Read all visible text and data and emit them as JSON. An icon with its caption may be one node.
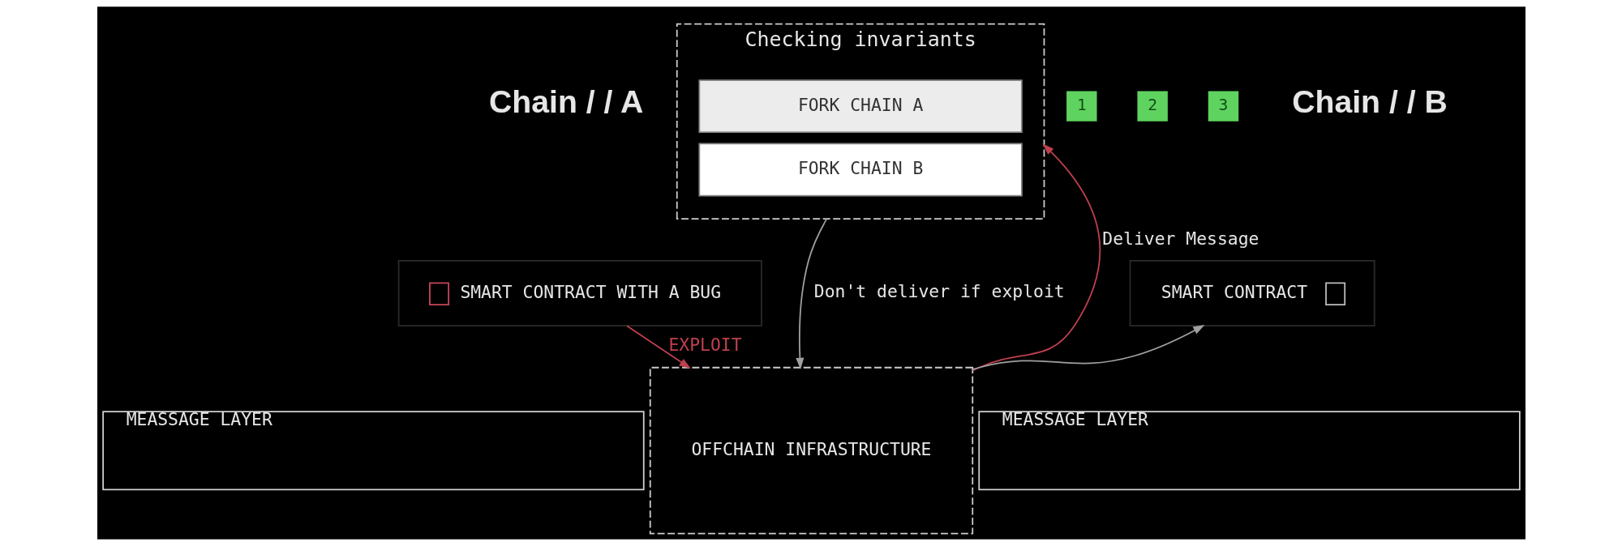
{
  "diagram": {
    "nodes": [
      {
        "text": [
          "SMART CONTRACT WITH A BUG"
        ]
      },
      {
        "text": [
          "MEASSAGE LAYER"
        ]
      },
      {
        "text": [
          "Checking invariants"
        ]
      },
      {
        "text": [
          "2"
        ]
      },
      {
        "text": [
          "FORK CHAIN A"
        ],
        "in": 2
      },
      {
        "text": [
          "FORK CHAIN B"
        ],
        "in": 2
      },
      {
        "text": [
          "1"
        ]
      },
      {
        "text": [
          "3"
        ]
      },
      {
        "text": [
          "OFFCHAIN INFRASTRUCTURE"
        ]
      },
      {
        "text": [
          "SMART CONTRACT"
        ]
      },
      {
        "text": [
          "MEASSAGE LAYER"
        ]
      }
    ],
    "edges": [
      {
        "from": 0,
        "to": 8,
        "arrow": "to",
        "label": "EXPLOIT",
        "color": "#c0404f"
      },
      {
        "from": 8,
        "to": 2,
        "arrow": "to",
        "label": "Deliver Message",
        "color": "#c0404f"
      },
      {
        "from": 2,
        "to": 8,
        "arrow": "to",
        "label": "Don't deliver if exploit",
        "color": "#a0a0a0"
      },
      {
        "from": 8,
        "to": 9,
        "arrow": "to",
        "color": "#a0a0a0"
      }
    ],
    "labels": [
      "Chain / / A",
      "Chain / / B"
    ]
  }
}
